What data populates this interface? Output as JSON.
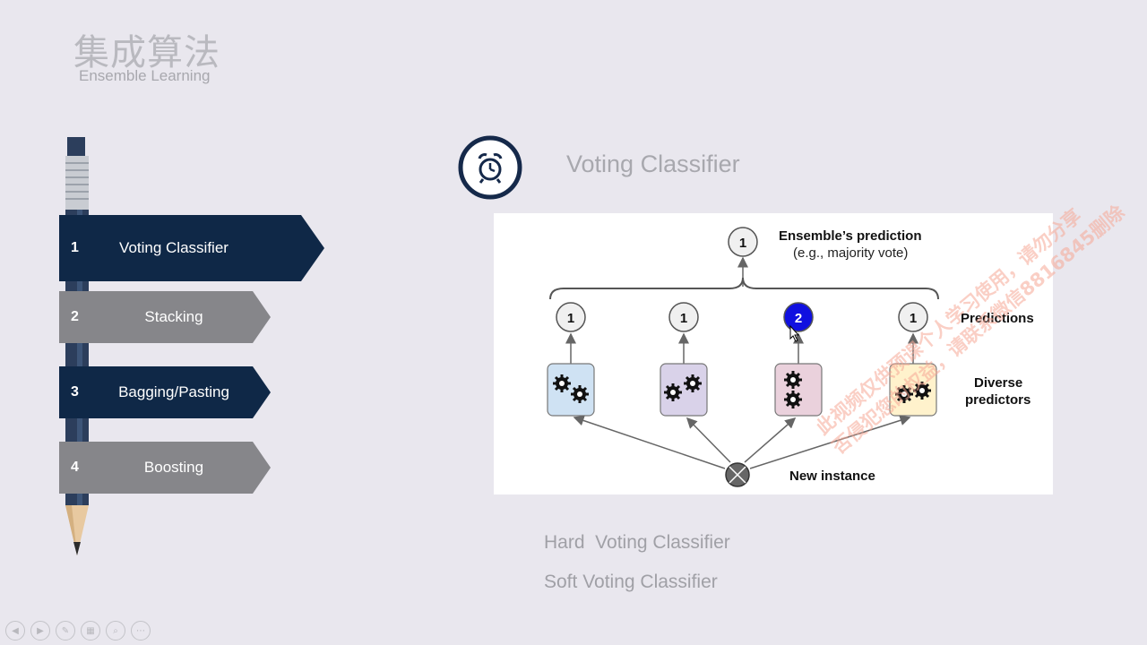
{
  "header": {
    "title_cn": "集成算法",
    "title_en": "Ensemble Learning"
  },
  "nav": {
    "items": [
      {
        "num": "1",
        "label": "Voting Classifier",
        "active": true
      },
      {
        "num": "2",
        "label": "Stacking",
        "active": false
      },
      {
        "num": "3",
        "label": "Bagging/Pasting",
        "active": false
      },
      {
        "num": "4",
        "label": "Boosting",
        "active": false
      }
    ]
  },
  "section": {
    "title": "Voting Classifier",
    "icon": "alarm-clock-icon"
  },
  "diagram": {
    "ensemble_value": "1",
    "ensemble_label": "Ensemble’s prediction",
    "ensemble_sub": "(e.g., majority vote)",
    "predictions_label": "Predictions",
    "predictors_label_1": "Diverse",
    "predictors_label_2": "predictors",
    "instance_label": "New instance",
    "predictions": [
      "1",
      "1",
      "2",
      "1"
    ],
    "predictor_colors": [
      "#cfe2f3",
      "#d9d2e9",
      "#ead1dc",
      "#fff2cc"
    ],
    "highlight_color": "#1010e0"
  },
  "bullets": {
    "hard": "Hard  Voting Classifier",
    "soft": "Soft Voting Classifier"
  },
  "watermark": {
    "line1": "此视频仅供预课个人学习使用，请勿分享",
    "line2": "否侵犯您的权益，请联系微信8816845删除"
  },
  "controls": [
    "prev-icon",
    "next-icon",
    "pen-icon",
    "slides-icon",
    "zoom-icon",
    "more-icon"
  ]
}
